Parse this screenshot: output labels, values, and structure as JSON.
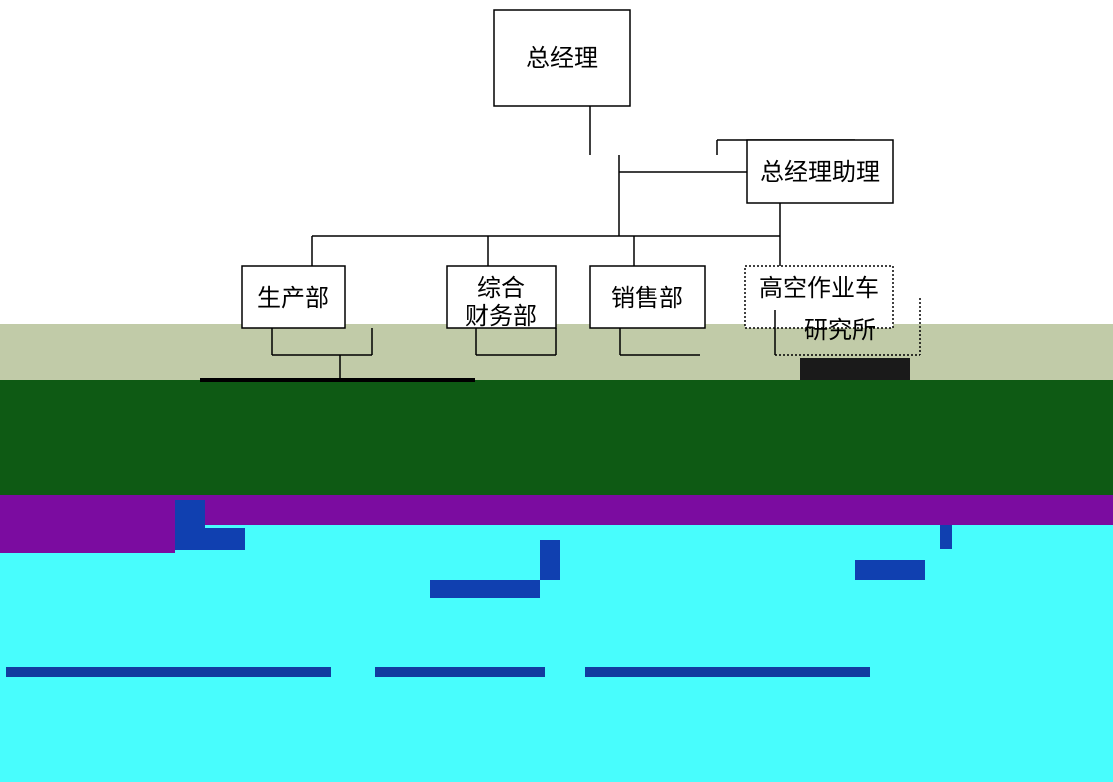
{
  "org_chart": {
    "root": "总经理",
    "assistant": "总经理助理",
    "departments": [
      {
        "id": "production",
        "lines": [
          "生产部"
        ]
      },
      {
        "id": "finance",
        "lines": [
          "综合",
          "财务部"
        ]
      },
      {
        "id": "sales",
        "lines": [
          "销售部"
        ]
      },
      {
        "id": "research",
        "lines": [
          "高空作业车",
          "研究所"
        ]
      }
    ]
  },
  "colors": {
    "band_gray": "#c1cba8",
    "band_green": "#0e5a14",
    "band_purple": "#7b0ca0",
    "band_cyan": "#48fdfd"
  }
}
